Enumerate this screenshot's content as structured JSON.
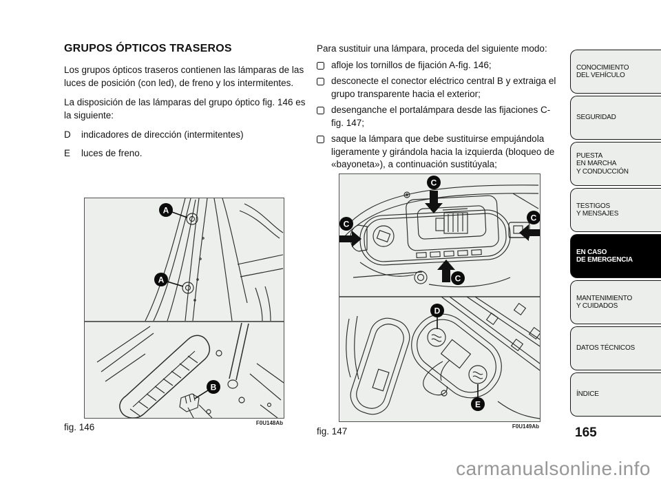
{
  "page": {
    "number": "165",
    "watermark": "carmanualsonline.info"
  },
  "left_column": {
    "title": "GRUPOS ÓPTICOS TRASEROS",
    "paragraphs": [
      "Los grupos ópticos traseros contienen las lámparas de las luces de posición (con led), de freno y los intermitentes.",
      "La disposición de las lámparas del grupo óptico fig. 146 es la siguiente:"
    ],
    "definitions": [
      {
        "letter": "D",
        "text": "indicadores de dirección (intermitentes)"
      },
      {
        "letter": "E",
        "text": "luces de freno."
      }
    ]
  },
  "right_column": {
    "intro": "Para sustituir una lámpara, proceda del siguiente modo:",
    "steps": [
      "afloje los tornillos de fijación A-fig. 146;",
      "desconecte el conector eléctrico central B y extraiga el grupo transparente hacia el exterior;",
      "desenganche el portalámpara desde las fijaciones C-fig. 147;",
      "saque la lámpara que debe sustituirse empujándola ligeramente y girándola hacia la izquierda (bloqueo de «bayoneta»), a continuación sustitúyala;"
    ]
  },
  "figures": {
    "fig146": {
      "caption": "fig. 146",
      "code": "F0U148Ab",
      "labels": {
        "a": "A",
        "b": "B"
      }
    },
    "fig147": {
      "caption": "fig. 147",
      "code": "F0U149Ab",
      "labels": {
        "c": "C",
        "d": "D",
        "e": "E"
      }
    }
  },
  "sidebar": {
    "items": [
      {
        "lines": [
          "CONOCIMIENTO",
          "DEL VEHÍCULO"
        ],
        "active": false
      },
      {
        "lines": [
          "SEGURIDAD"
        ],
        "active": false
      },
      {
        "lines": [
          "PUESTA",
          "EN MARCHA",
          "Y CONDUCCIÓN"
        ],
        "active": false
      },
      {
        "lines": [
          "TESTIGOS",
          "Y MENSAJES"
        ],
        "active": false
      },
      {
        "lines": [
          "EN CASO",
          "DE EMERGENCIA"
        ],
        "active": true
      },
      {
        "lines": [
          "MANTENIMIENTO",
          "Y CUIDADOS"
        ],
        "active": false
      },
      {
        "lines": [
          "DATOS TÉCNICOS"
        ],
        "active": false
      },
      {
        "lines": [
          "ÍNDICE"
        ],
        "active": false
      }
    ]
  },
  "colors": {
    "figure_bg": "#edefec",
    "sidebar_bg": "#eceeeb",
    "sidebar_active_bg": "#000000",
    "sidebar_active_text": "#ffffff",
    "text": "#131313",
    "watermark": "#979797"
  }
}
